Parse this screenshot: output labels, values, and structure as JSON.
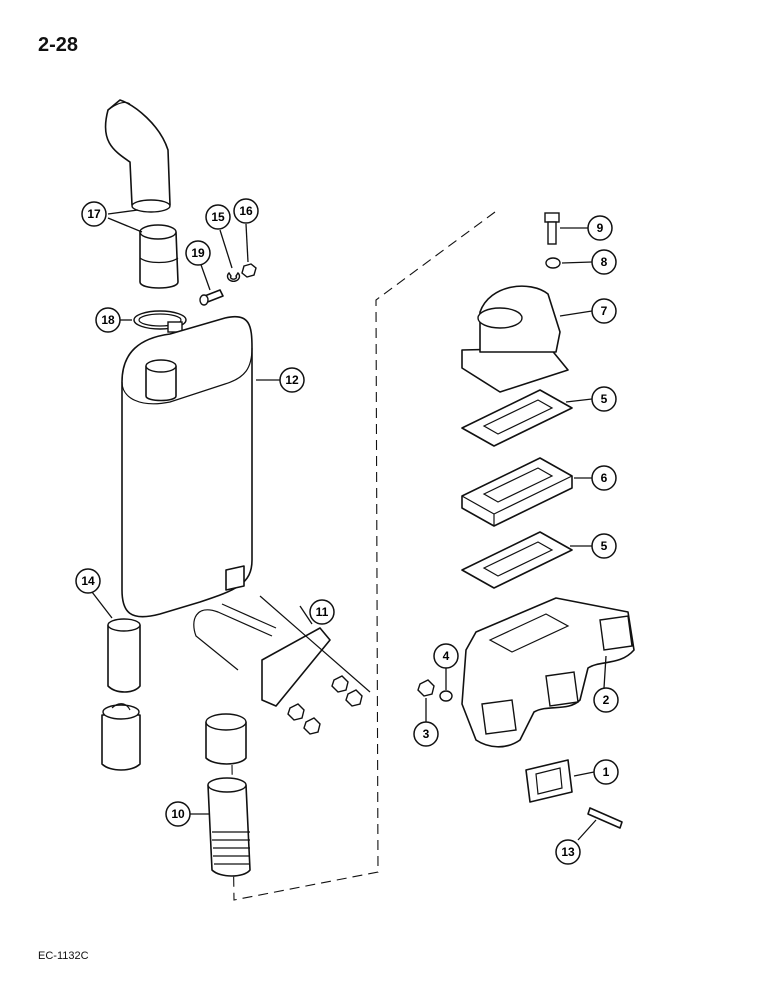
{
  "page": {
    "number": "2-28",
    "code": "EC-1132C"
  },
  "callouts": [
    {
      "id": "c1",
      "label": "1"
    },
    {
      "id": "c2",
      "label": "2"
    },
    {
      "id": "c3",
      "label": "3"
    },
    {
      "id": "c4",
      "label": "4"
    },
    {
      "id": "c5a",
      "label": "5"
    },
    {
      "id": "c5b",
      "label": "5"
    },
    {
      "id": "c6",
      "label": "6"
    },
    {
      "id": "c7",
      "label": "7"
    },
    {
      "id": "c8",
      "label": "8"
    },
    {
      "id": "c9",
      "label": "9"
    },
    {
      "id": "c10",
      "label": "10"
    },
    {
      "id": "c11",
      "label": "11"
    },
    {
      "id": "c12",
      "label": "12"
    },
    {
      "id": "c13",
      "label": "13"
    },
    {
      "id": "c14",
      "label": "14"
    },
    {
      "id": "c15",
      "label": "15"
    },
    {
      "id": "c16",
      "label": "16"
    },
    {
      "id": "c17",
      "label": "17"
    },
    {
      "id": "c18",
      "label": "18"
    },
    {
      "id": "c19",
      "label": "19"
    }
  ]
}
